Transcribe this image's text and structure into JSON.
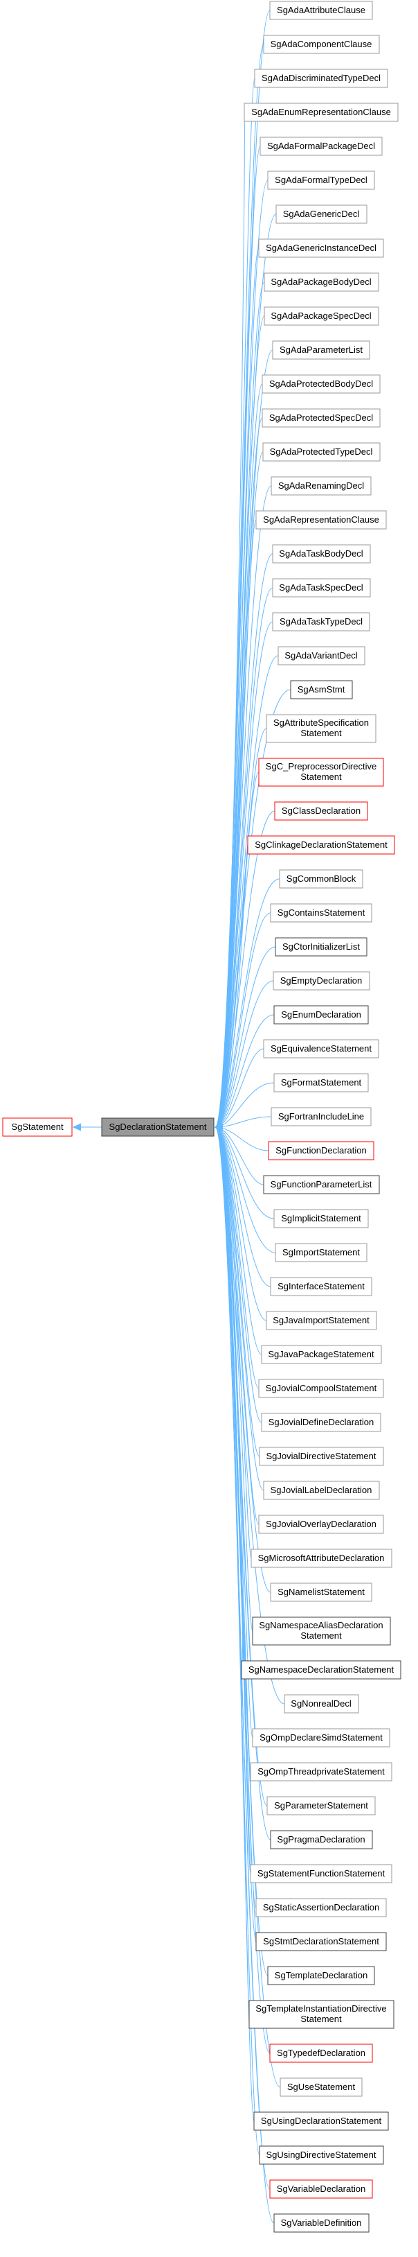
{
  "colors": {
    "edge": "#63b8ff",
    "border_gray": "#999999",
    "border_dark": "#404040",
    "border_red": "#ff0000",
    "focus_fill": "#999999"
  },
  "root": {
    "label": "SgStatement",
    "border": "red"
  },
  "focus": {
    "label": "SgDeclarationStatement"
  },
  "children": [
    {
      "label": "SgAdaAttributeClause",
      "border": "gray"
    },
    {
      "label": "SgAdaComponentClause",
      "border": "gray"
    },
    {
      "label": "SgAdaDiscriminatedTypeDecl",
      "border": "gray"
    },
    {
      "label": "SgAdaEnumRepresentationClause",
      "border": "gray"
    },
    {
      "label": "SgAdaFormalPackageDecl",
      "border": "gray"
    },
    {
      "label": "SgAdaFormalTypeDecl",
      "border": "gray"
    },
    {
      "label": "SgAdaGenericDecl",
      "border": "gray"
    },
    {
      "label": "SgAdaGenericInstanceDecl",
      "border": "gray"
    },
    {
      "label": "SgAdaPackageBodyDecl",
      "border": "gray"
    },
    {
      "label": "SgAdaPackageSpecDecl",
      "border": "gray"
    },
    {
      "label": "SgAdaParameterList",
      "border": "gray"
    },
    {
      "label": "SgAdaProtectedBodyDecl",
      "border": "gray"
    },
    {
      "label": "SgAdaProtectedSpecDecl",
      "border": "gray"
    },
    {
      "label": "SgAdaProtectedTypeDecl",
      "border": "gray"
    },
    {
      "label": "SgAdaRenamingDecl",
      "border": "gray"
    },
    {
      "label": "SgAdaRepresentationClause",
      "border": "gray"
    },
    {
      "label": "SgAdaTaskBodyDecl",
      "border": "gray"
    },
    {
      "label": "SgAdaTaskSpecDecl",
      "border": "gray"
    },
    {
      "label": "SgAdaTaskTypeDecl",
      "border": "gray"
    },
    {
      "label": "SgAdaVariantDecl",
      "border": "gray"
    },
    {
      "label": "SgAsmStmt",
      "border": "dark"
    },
    {
      "lines": [
        "SgAttributeSpecification",
        "Statement"
      ],
      "border": "gray"
    },
    {
      "lines": [
        "SgC_PreprocessorDirective",
        "Statement"
      ],
      "border": "red"
    },
    {
      "label": "SgClassDeclaration",
      "border": "red"
    },
    {
      "label": "SgClinkageDeclarationStatement",
      "border": "red"
    },
    {
      "label": "SgCommonBlock",
      "border": "gray"
    },
    {
      "label": "SgContainsStatement",
      "border": "gray"
    },
    {
      "label": "SgCtorInitializerList",
      "border": "dark"
    },
    {
      "label": "SgEmptyDeclaration",
      "border": "gray"
    },
    {
      "label": "SgEnumDeclaration",
      "border": "dark"
    },
    {
      "label": "SgEquivalenceStatement",
      "border": "gray"
    },
    {
      "label": "SgFormatStatement",
      "border": "gray"
    },
    {
      "label": "SgFortranIncludeLine",
      "border": "gray"
    },
    {
      "label": "SgFunctionDeclaration",
      "border": "red"
    },
    {
      "label": "SgFunctionParameterList",
      "border": "dark"
    },
    {
      "label": "SgImplicitStatement",
      "border": "gray"
    },
    {
      "label": "SgImportStatement",
      "border": "gray"
    },
    {
      "label": "SgInterfaceStatement",
      "border": "gray"
    },
    {
      "label": "SgJavaImportStatement",
      "border": "gray"
    },
    {
      "label": "SgJavaPackageStatement",
      "border": "gray"
    },
    {
      "label": "SgJovialCompoolStatement",
      "border": "gray"
    },
    {
      "label": "SgJovialDefineDeclaration",
      "border": "gray"
    },
    {
      "label": "SgJovialDirectiveStatement",
      "border": "gray"
    },
    {
      "label": "SgJovialLabelDeclaration",
      "border": "gray"
    },
    {
      "label": "SgJovialOverlayDeclaration",
      "border": "gray"
    },
    {
      "label": "SgMicrosoftAttributeDeclaration",
      "border": "gray"
    },
    {
      "label": "SgNamelistStatement",
      "border": "gray"
    },
    {
      "lines": [
        "SgNamespaceAliasDeclaration",
        "Statement"
      ],
      "border": "dark"
    },
    {
      "label": "SgNamespaceDeclarationStatement",
      "border": "dark"
    },
    {
      "label": "SgNonrealDecl",
      "border": "gray"
    },
    {
      "label": "SgOmpDeclareSimdStatement",
      "border": "gray"
    },
    {
      "label": "SgOmpThreadprivateStatement",
      "border": "gray"
    },
    {
      "label": "SgParameterStatement",
      "border": "gray"
    },
    {
      "label": "SgPragmaDeclaration",
      "border": "dark"
    },
    {
      "label": "SgStatementFunctionStatement",
      "border": "gray"
    },
    {
      "label": "SgStaticAssertionDeclaration",
      "border": "gray"
    },
    {
      "label": "SgStmtDeclarationStatement",
      "border": "dark"
    },
    {
      "label": "SgTemplateDeclaration",
      "border": "dark"
    },
    {
      "lines": [
        "SgTemplateInstantiationDirective",
        "Statement"
      ],
      "border": "dark"
    },
    {
      "label": "SgTypedefDeclaration",
      "border": "red"
    },
    {
      "label": "SgUseStatement",
      "border": "gray"
    },
    {
      "label": "SgUsingDeclarationStatement",
      "border": "dark"
    },
    {
      "label": "SgUsingDirectiveStatement",
      "border": "dark"
    },
    {
      "label": "SgVariableDeclaration",
      "border": "red"
    },
    {
      "label": "SgVariableDefinition",
      "border": "dark"
    }
  ]
}
